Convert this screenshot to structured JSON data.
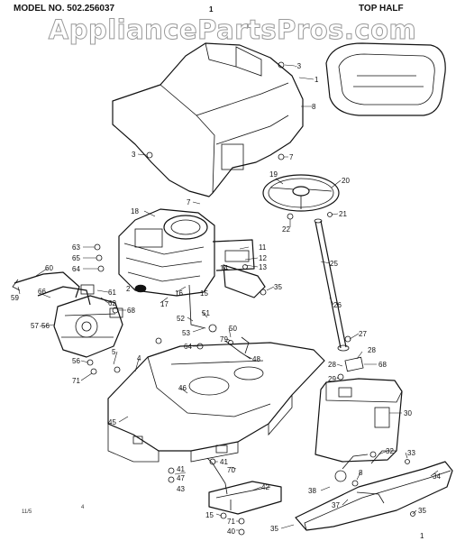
{
  "header": {
    "model_label": "MODEL NO. 502.256037",
    "page_marker": "1",
    "section_label": "TOP HALF"
  },
  "watermark": "AppliancePartsPros.com",
  "footer": {
    "left_code": "11/5",
    "center_mark": "4"
  },
  "callouts": [
    "-3",
    "1",
    "8",
    "3",
    "7",
    "19",
    "20",
    "7",
    "18",
    "21",
    "22",
    "63",
    "65",
    "64",
    "60",
    "59",
    "66",
    "61",
    "62",
    "2",
    "57",
    "56",
    "68",
    "17",
    "16",
    "15",
    "12",
    "13",
    "11",
    "14",
    "35",
    "25",
    "26",
    "52",
    "51",
    "53",
    "50",
    "79",
    "64",
    "48",
    "5",
    "4",
    "56",
    "71",
    "27",
    "28",
    "28",
    "68",
    "29",
    "30",
    "46",
    "45",
    "41",
    "41",
    "47",
    "43",
    "70",
    "42",
    "15",
    "71",
    "40",
    "32",
    "33",
    "8",
    "34",
    "38",
    "37",
    "35",
    "35",
    "1"
  ]
}
